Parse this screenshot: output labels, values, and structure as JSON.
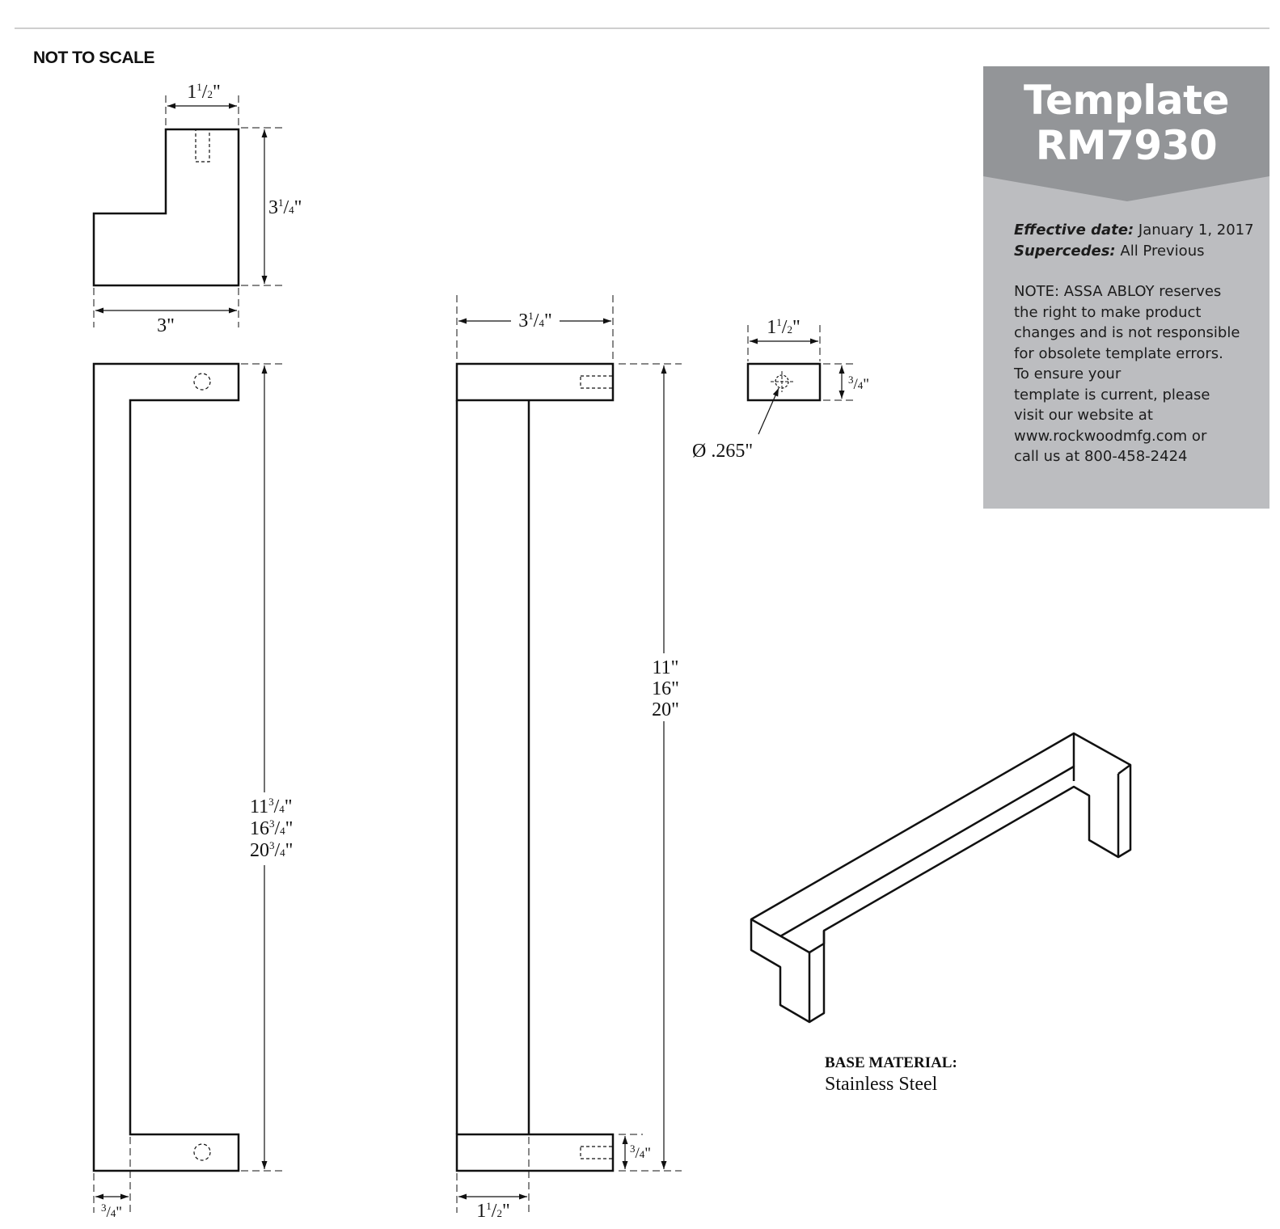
{
  "header": {
    "note": "NOT TO SCALE"
  },
  "end_view": {
    "width_top": {
      "whole": "1",
      "num": "1",
      "den": "2",
      "unit": "\""
    },
    "height": {
      "whole": "3",
      "num": "1",
      "den": "4",
      "unit": "\""
    },
    "width_bottom": "3\""
  },
  "side_view": {
    "lengths": [
      {
        "whole": "11",
        "num": "3",
        "den": "4",
        "unit": "\""
      },
      {
        "whole": "16",
        "num": "3",
        "den": "4",
        "unit": "\""
      },
      {
        "whole": "20",
        "num": "3",
        "den": "4",
        "unit": "\""
      }
    ],
    "thickness": {
      "num": "3",
      "den": "4",
      "unit": "\""
    }
  },
  "front_view": {
    "width": {
      "whole": "3",
      "num": "1",
      "den": "4",
      "unit": "\""
    },
    "centers": [
      "11\"",
      "16\"",
      "20\""
    ],
    "post_height": {
      "num": "3",
      "den": "4",
      "unit": "\""
    },
    "post_width": {
      "whole": "1",
      "num": "1",
      "den": "2",
      "unit": "\""
    }
  },
  "post_detail": {
    "width": {
      "whole": "1",
      "num": "1",
      "den": "2",
      "unit": "\""
    },
    "height": {
      "num": "3",
      "den": "4",
      "unit": "\""
    },
    "hole": "Ø .265\""
  },
  "template": {
    "title_line1": "Template",
    "title_line2": "RM7930",
    "effective_label": "Effective date:",
    "effective_value": "January 1, 2017",
    "supercedes_label": "Supercedes:",
    "supercedes_value": "All Previous",
    "note": "NOTE: ASSA ABLOY reserves\nthe right to make product\nchanges and is not responsible\nfor obsolete template errors.\nTo ensure your\ntemplate is current, please\nvisit our website at\nwww.rockwoodmfg.com or\ncall us at 800-458-2424"
  },
  "material": {
    "label": "BASE MATERIAL:",
    "value": "Stainless Steel"
  },
  "colors": {
    "panel_bg": "#bcbdc0",
    "panel_head": "#939598",
    "line": "#111111",
    "rule": "#cfcfcf"
  }
}
